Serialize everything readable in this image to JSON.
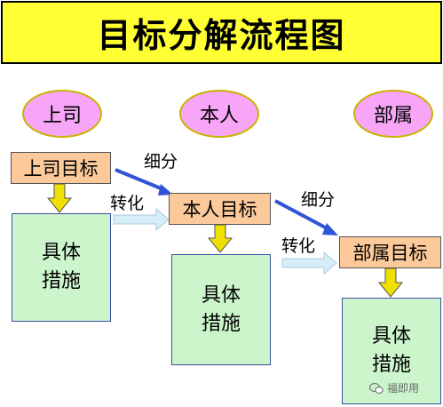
{
  "title": "目标分解流程图",
  "columns": [
    {
      "role": "上司",
      "goal": "上司目标",
      "measures": [
        "具体",
        "措施"
      ]
    },
    {
      "role": "本人",
      "goal": "本人目标",
      "measures": [
        "具体",
        "措施"
      ]
    },
    {
      "role": "部属",
      "goal": "部属目标",
      "measures": [
        "具体",
        "措施"
      ]
    }
  ],
  "labels": {
    "breakdown": "细分",
    "transform": "转化"
  },
  "watermark": "福即用",
  "colors": {
    "title_bg": "#ffff33",
    "oval_fill": "#f7a6f7",
    "goal_fill": "#fbc99a",
    "measure_fill": "#ccf5cc",
    "down_arrow": "#f0e000",
    "side_arrow": "#d6ecf6",
    "diag_arrow": "#2f54d8"
  }
}
